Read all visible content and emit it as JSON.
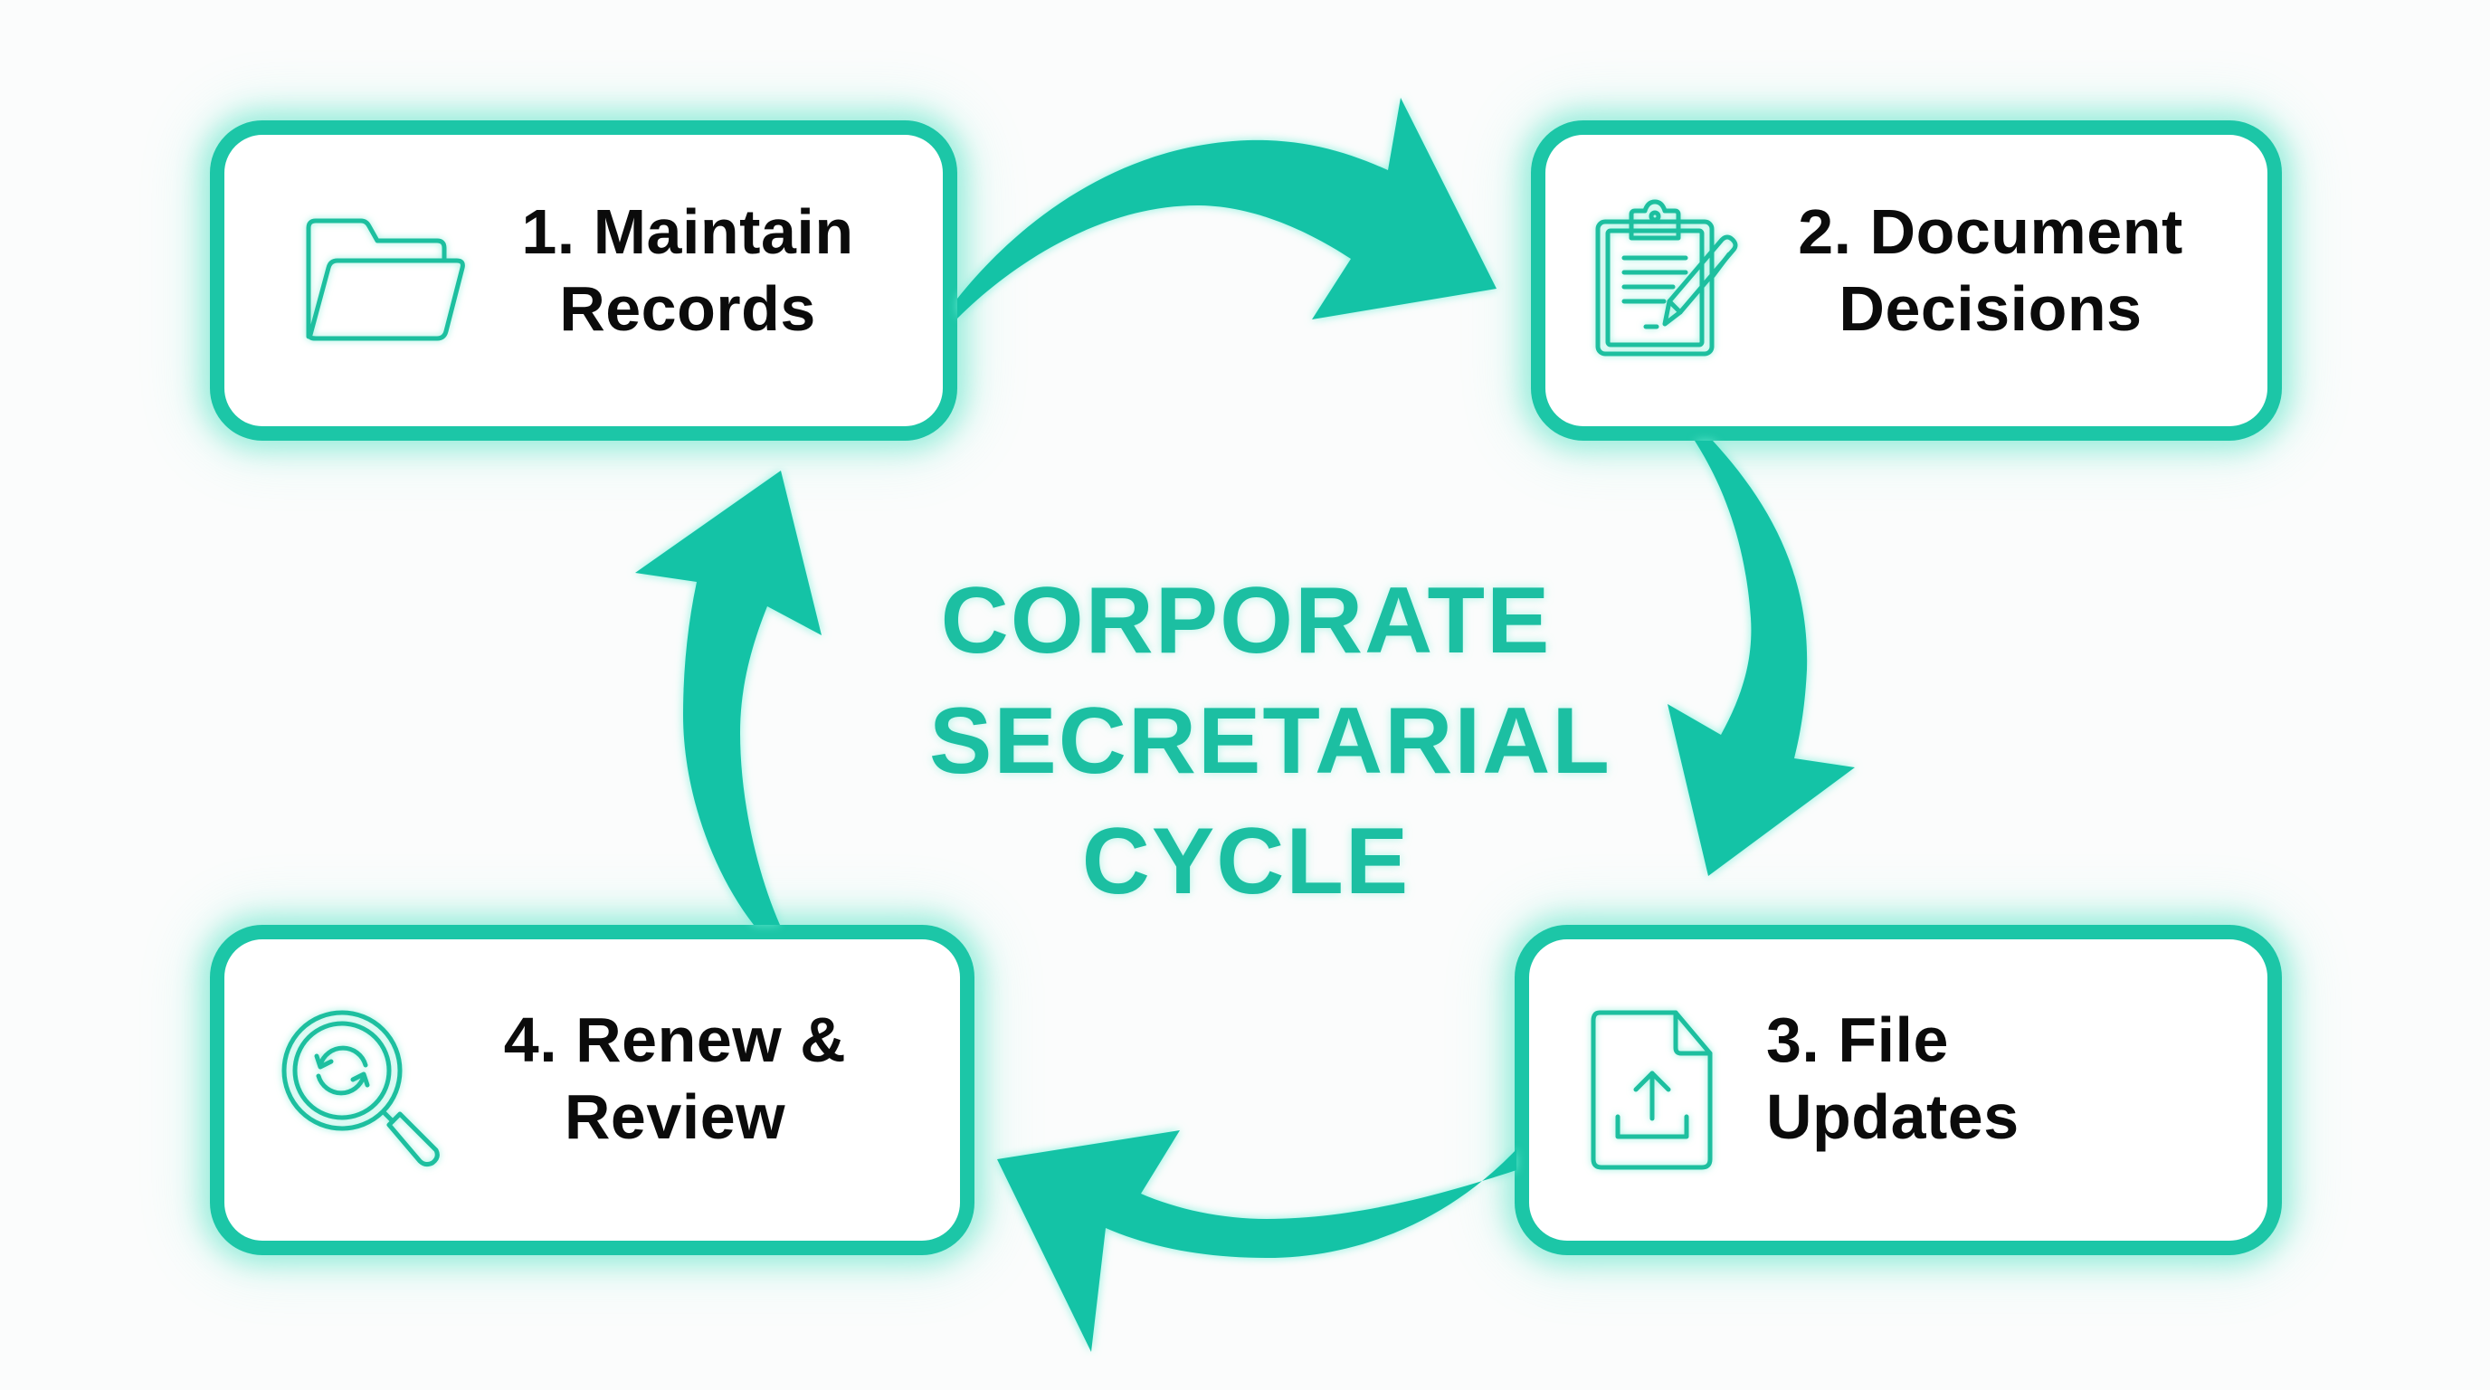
{
  "diagram": {
    "title_lines": [
      "CORPORATE",
      "SECRETARIAL",
      "CYCLE"
    ],
    "accent_color": "#1cc6a7",
    "text_color": "#0b0b0b",
    "flow": "clockwise",
    "steps": [
      {
        "number": "1",
        "lines": [
          "1. Maintain",
          "Records"
        ],
        "icon": "folder-icon"
      },
      {
        "number": "2",
        "lines": [
          "2. Document",
          "Decisions"
        ],
        "icon": "clipboard-pen-icon"
      },
      {
        "number": "3",
        "lines": [
          "3. File",
          "Updates"
        ],
        "icon": "file-upload-icon"
      },
      {
        "number": "4",
        "lines": [
          "4. Renew &",
          "Review"
        ],
        "icon": "magnifier-refresh-icon"
      }
    ],
    "arrows": [
      {
        "from": "1",
        "to": "2"
      },
      {
        "from": "2",
        "to": "3"
      },
      {
        "from": "3",
        "to": "4"
      },
      {
        "from": "4",
        "to": "1"
      }
    ]
  }
}
